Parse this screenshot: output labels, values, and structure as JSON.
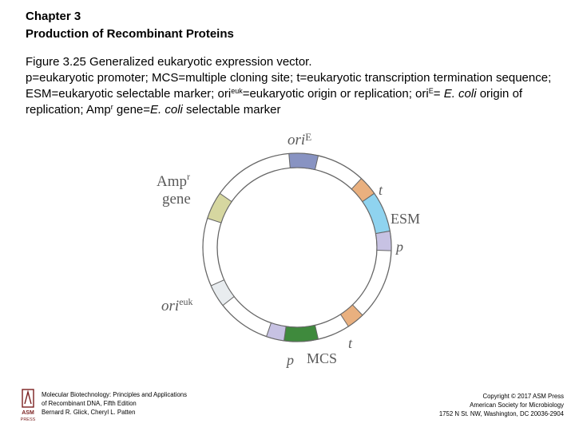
{
  "header": {
    "chapter": "Chapter 3",
    "title": "Production of Recombinant Proteins"
  },
  "caption": {
    "figure_title": "Figure 3.25 Generalized eukaryotic expression vector.",
    "p1": "p=eukaryotic promoter; MCS=multiple cloning site; t=eukaryotic transcription termination sequence; ESM=eukaryotic selectable marker; ori",
    "sup_euk": "euk",
    "p2": "=eukaryotic origin or replication; ori",
    "sup_E": "E",
    "p3": "= ",
    "ecoli_1": "E. coli",
    "p4": " origin of replication; Amp",
    "sup_r": "r",
    "p5": " gene=",
    "ecoli_2": "E. coli",
    "p6": " selectable marker"
  },
  "diagram": {
    "labels": {
      "oriE_main": "ori",
      "oriE_sup": "E",
      "t_top": "t",
      "esm": "ESM",
      "p_right": "p",
      "amp_main": "Amp",
      "amp_sup": "r",
      "gene": "gene",
      "orieuk_main": "ori",
      "orieuk_sup": "euk",
      "t_bottom": "t",
      "mcs": "MCS",
      "p_bottom": "p"
    },
    "segment_colors": {
      "oriE": "#8893c2",
      "t": "#e9b07f",
      "esm": "#8fd3ef",
      "p": "#c7c2e3",
      "amp": "#d6d7a0",
      "orieuk": "#e8ecef",
      "mcs": "#3f8a3d",
      "ring": "#ffffff",
      "stroke": "#666666"
    }
  },
  "footer": {
    "logo_text": "ASM PRESS",
    "left_line1": "Molecular Biotechnology: Principles and Applications",
    "left_line2": "of Recombinant DNA, Fifth Edition",
    "left_line3": "Bernard R. Glick, Cheryl L. Patten",
    "right_line1": "Copyright © 2017 ASM Press",
    "right_line2": "American Society for Microbiology",
    "right_line3": "1752 N St. NW, Washington, DC 20036-2904"
  }
}
